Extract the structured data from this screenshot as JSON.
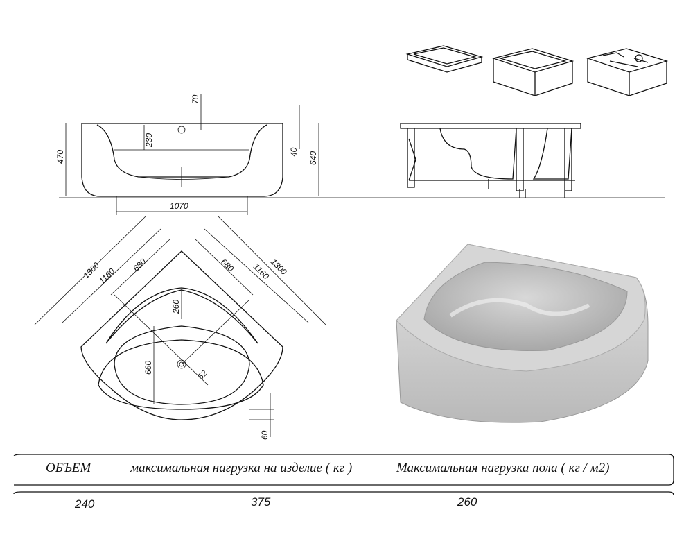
{
  "front_view": {
    "dims": {
      "top_offset": "70",
      "seat_depth": "230",
      "height_left": "470",
      "rim": "40",
      "height_total": "640",
      "bottom_width": "1070"
    }
  },
  "plan_view": {
    "dims": {
      "outer_left": "1300",
      "mid_left": "1160",
      "inner_left": "680",
      "inner_right": "680",
      "mid_right": "1160",
      "outer_right": "1300",
      "seat": "260",
      "basin": "660",
      "drain": "52",
      "front": "60"
    }
  },
  "specs": {
    "headers": [
      "ОБЪЕМ",
      "максимальная нагрузка на изделие ( кг )",
      "Максимальная нагрузка пола ( кг / м2)"
    ],
    "values": [
      "240",
      "375",
      "260"
    ]
  }
}
